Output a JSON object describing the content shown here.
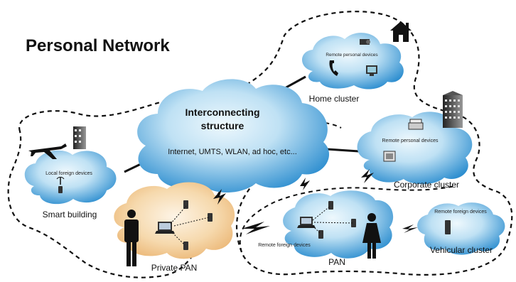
{
  "title": "Personal Network",
  "clouds": {
    "interconnect_line1": "Interconnecting",
    "interconnect_line2": "structure",
    "interconnect_sub": "Internet, UMTS, WLAN, ad hoc, etc...",
    "home_inner": "Remote personal devices",
    "corporate_inner": "Remote personal devices",
    "local_inner": "Local foreign devices",
    "vehicular_inner": "Remote foreign devices",
    "pan_inner": "Remote foreign devices"
  },
  "labels": {
    "home": "Home cluster",
    "corporate": "Corporate cluster",
    "smart": "Smart building",
    "private_pan": "Private PAN",
    "pan": "PAN",
    "vehicular": "Vehicular cluster"
  },
  "icons": [
    "house-icon",
    "office-building-icon",
    "airplane-icon",
    "building-icon",
    "person-icon",
    "laptop-icon",
    "phone-icon",
    "printer-icon",
    "lightning-icon"
  ],
  "colors": {
    "cloud_light": "#e6f3fb",
    "cloud_dark": "#3a96d0",
    "pan_cloud": "#f0c58e",
    "dashed": "#111111",
    "text": "#111111"
  }
}
